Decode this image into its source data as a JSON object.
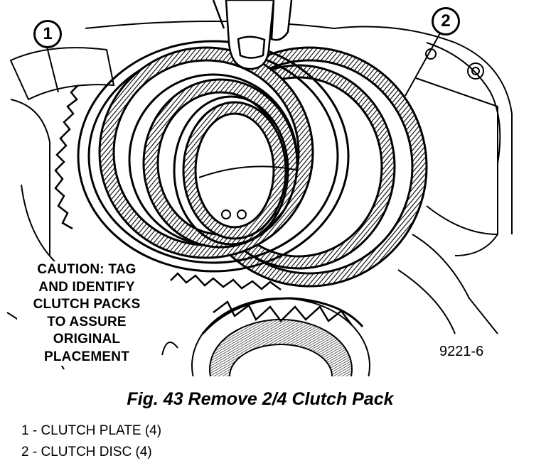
{
  "figure": {
    "caution_lines": [
      "CAUTION: TAG",
      "AND IDENTIFY",
      "CLUTCH PACKS",
      "TO ASSURE",
      "ORIGINAL",
      "PLACEMENT"
    ],
    "callouts": [
      "1",
      "2"
    ],
    "figure_id": "9221-6"
  },
  "caption": "Fig. 43 Remove 2/4 Clutch Pack",
  "legend": [
    "1 - CLUTCH PLATE (4)",
    "2 - CLUTCH DISC (4)"
  ]
}
